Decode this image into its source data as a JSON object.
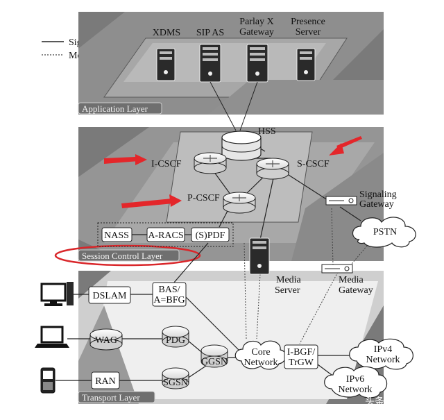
{
  "legend": {
    "signaling": "Signaling",
    "media": "Media"
  },
  "layers": {
    "application": "Application Layer",
    "session": "Session Control Layer",
    "transport": "Transport Layer"
  },
  "app_servers": [
    {
      "name": "XDMS",
      "line2": ""
    },
    {
      "name": "SIP AS",
      "line2": ""
    },
    {
      "name": "Parlay X",
      "line2": "Gateway"
    },
    {
      "name": "Presence",
      "line2": "Server"
    }
  ],
  "session": {
    "hss": "HSS",
    "icscf": "I-CSCF",
    "scscf": "S-CSCF",
    "pcscf": "P-CSCF",
    "signaling_gateway_1": "Signaling",
    "signaling_gateway_2": "Gateway",
    "pstn": "PSTN",
    "nass": "NASS",
    "aracs": "A-RACS",
    "spdf": "(S)PDF",
    "media_server_1": "Media",
    "media_server_2": "Server"
  },
  "transport": {
    "media_gateway_1": "Media",
    "media_gateway_2": "Gateway",
    "dslam": "DSLAM",
    "bas_1": "BAS/",
    "bas_2": "A=BFG",
    "wag": "WAG",
    "pdg": "PDG",
    "ggsn": "GGSN",
    "core_1": "Core",
    "core_2": "Network",
    "ibgf_1": "I-BGF/",
    "ibgf_2": "TrGW",
    "ran": "RAN",
    "sgsn": "SGSN",
    "ipv4_1": "IPv4",
    "ipv4_2": "Network",
    "ipv6_1": "IPv6",
    "ipv6_2": "Network"
  },
  "watermark": "头条 @Asterisk",
  "colors": {
    "arrow": "#e4262a",
    "highlight": "#d9262a",
    "layer_dark": "#6f6f6f"
  }
}
